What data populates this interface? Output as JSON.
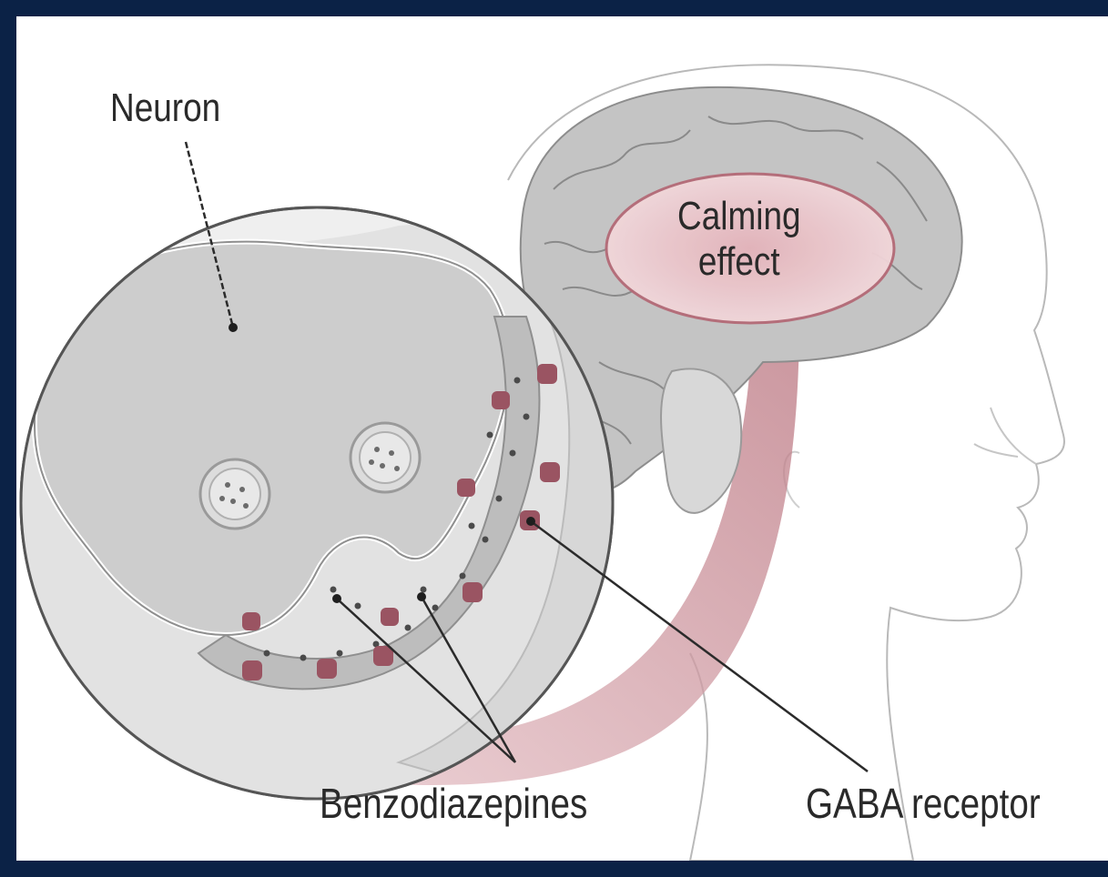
{
  "labels": {
    "neuron": "Neuron",
    "calming_line1": "Calming",
    "calming_line2": "effect",
    "benzodiazepines": "Benzodiazepines",
    "gaba_receptor": "GABA receptor"
  },
  "colors": {
    "frame_border": "#0b2246",
    "receptor": "#9a5462",
    "pathway": "#d9a7ae",
    "neuron_fill": "#cfcfcf",
    "brain_fill": "#bdbdbd"
  }
}
